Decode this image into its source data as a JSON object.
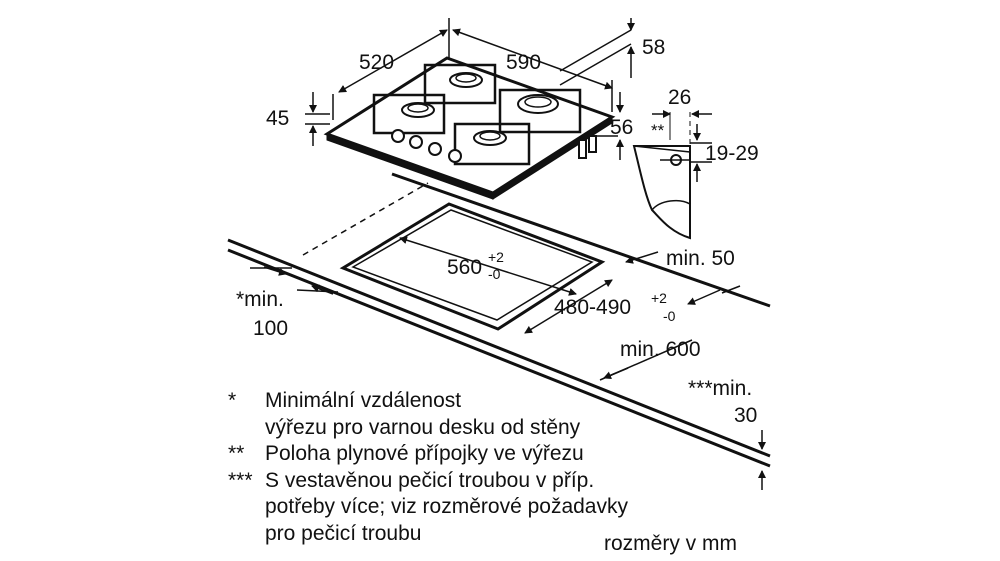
{
  "dimensions": {
    "width_520": "520",
    "width_590": "590",
    "depth_58": "58",
    "height_45": "45",
    "gas_26": "26",
    "gas_56": "56",
    "gas_marker": "**",
    "gas_19_29": "19-29",
    "cutout_560": "560",
    "cutout_560_tol_plus": "+2",
    "cutout_560_tol_minus": "-0",
    "cutout_480_490": "480-490",
    "cutout_480_490_tol_plus": "+2",
    "cutout_480_490_tol_minus": "-0",
    "min_50": "min. 50",
    "min_100_label": "*min.",
    "min_100_value": "100",
    "min_600": "min. 600",
    "min_30_label": "***min.",
    "min_30_value": "30"
  },
  "legend": [
    {
      "mark": "*",
      "lines": [
        "Minimální vzdálenost",
        "výřezu pro varnou desku od stěny"
      ]
    },
    {
      "mark": "**",
      "lines": [
        "Poloha plynové přípojky ve výřezu"
      ]
    },
    {
      "mark": "***",
      "lines": [
        "S vestavěnou pečicí troubou v příp.",
        "potřeby více; viz rozměrové požadavky",
        "pro pečicí troubu"
      ]
    }
  ],
  "units_note": "rozměry v mm"
}
